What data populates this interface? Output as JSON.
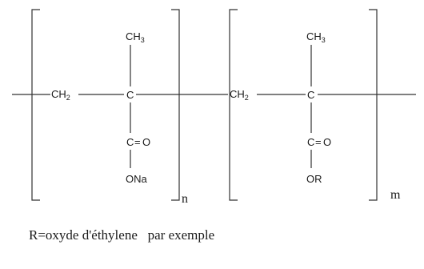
{
  "unit1": {
    "ch2": {
      "main": "CH",
      "sub": "2"
    },
    "ch3": {
      "main": "CH",
      "sub": "3"
    },
    "c_center": "C",
    "c_carbonyl": "C",
    "eq_sign": "=",
    "oxygen": "O",
    "substituent": "ONa",
    "index": "n"
  },
  "unit2": {
    "ch2": {
      "main": "CH",
      "sub": "2"
    },
    "ch3": {
      "main": "CH",
      "sub": "3"
    },
    "c_center": "C",
    "c_carbonyl": "C",
    "eq_sign": "=",
    "oxygen": "O",
    "substituent": "OR",
    "index": "m"
  },
  "caption": "R=oxyde d'éthylene   par exemple"
}
